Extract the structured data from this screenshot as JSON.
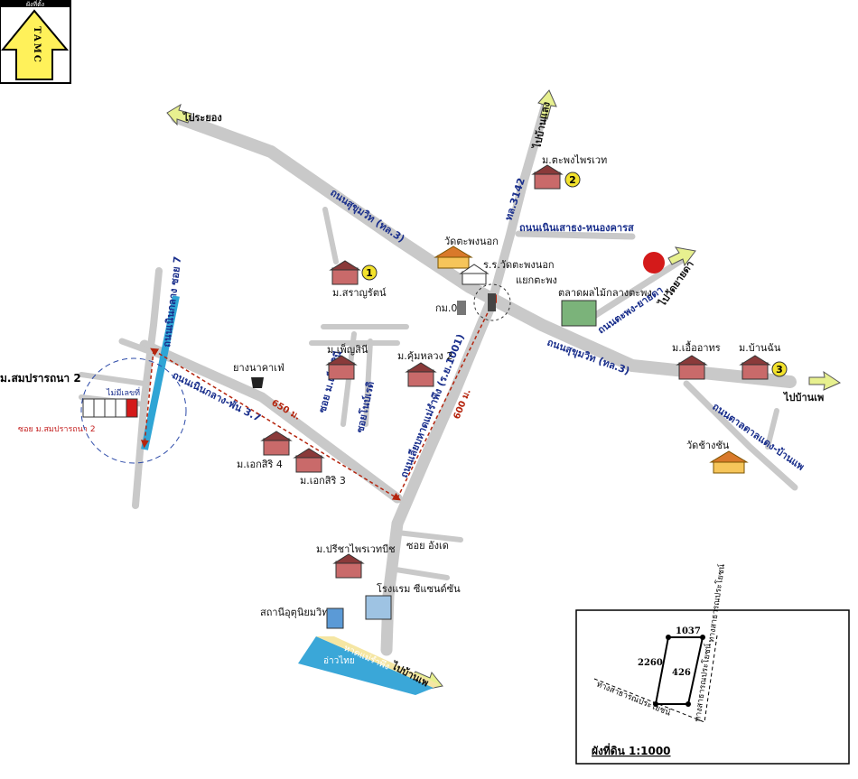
{
  "logo": {
    "text": "TAMC",
    "corner_text": "ผังที่ตั้ง"
  },
  "roads": {
    "sukhumvit_upper": "ถนนสุขุมวิท (ทล.3)",
    "sukhumvit_lower": "ถนนสุขุมวิท (ทล.3)",
    "hwy_3142": "ทล.3142",
    "noen_phayom": "ถนนเนินเสาธง-หนองคารส",
    "main_road": "ถนนเลียบหาดแม่รำพึง (ร.ย.1001)",
    "noen_krapong": "ถนนเนินกลาง-พัน 3.7",
    "soi_7": "ถนนเนินกลาง ซอย 7",
    "takhrong": "ถนนตะพง-ยายดา",
    "tha_thong": "ถนนตาลตาลแดง-บ้านแพ",
    "soi_phaengsin": "ซอย ม.เพ็ญสินี",
    "soi_kophai": "ซอยโนบ์เรดิ",
    "soi_angel": "ซอย อังเด",
    "soi_somprarthana": "ซอย ม.สมปรารถนา 2"
  },
  "directions": {
    "to_rayong": "ไประยอง",
    "to_ban_khaeng": "ไปบ้านแลง",
    "to_wat_yaida": "ไปวัดยายดา",
    "to_ban_phe": "ไปบ้านเพ",
    "to_ban_phe_bottom": "ไปบ้านเพ"
  },
  "places": {
    "m_taphong": "ม.ตะพงไพรเวท",
    "wat_taphong_nok": "วัดตะพงนอก",
    "school": "ร.ร.วัดตะพงนอก",
    "junction": "แยกตะพง",
    "market": "ตลาดผลไม้กลางตะพง",
    "km0": "กม.0",
    "m_saranrat": "ม.สราญรัตน์",
    "m_phensinee": "ม.เพ็ญสินี",
    "m_khumluang": "ม.คุ้มหลวง 2",
    "m_uea_athon": "ม.เอื้ออาทร",
    "m_ban_chan": "ม.บ้านฉัน",
    "wat_chang": "วัดช้างชัน",
    "cafe": "ยางนาคาเฟ่",
    "m_ekasiri4": "ม.เอกสิริ 4",
    "m_ekasiri3": "ม.เอกสิริ 3",
    "m_preecha": "ม.ปรีชาไพรเวทบีช",
    "hotel": "โรงแรม ซีแซนด์ซัน",
    "station": "สถานีอุตุนิยมวิทยา",
    "beach": "หาดแม่รำพึง",
    "gulf": "อ่าวไทย",
    "m_somprarthana": "ม.สมปรารถนา 2",
    "no_number": "ไม่มีเลขที่"
  },
  "markers": [
    "1",
    "2",
    "3"
  ],
  "distances": {
    "d650": "650 ม.",
    "d600": "600 ม."
  },
  "plot_plan": {
    "n1037": "1037",
    "n2260": "2260",
    "n426": "426",
    "public_road_1": "ทางสาธารณประโยชน์",
    "public_road_2": "ทางสาธารณประโยชน์",
    "public_road_3": "ทางสาธารณประโยชน์",
    "scale_label": "ผังที่ดิน  1:1000"
  },
  "colors": {
    "road": "#c9c9c9",
    "road_label": "#1a2f8c",
    "route": "#b5250e",
    "water": "#3aa7d8",
    "logo_fill": "#fff15a",
    "marker_fill": "#f3e22b",
    "site_red": "#d41a1a"
  }
}
